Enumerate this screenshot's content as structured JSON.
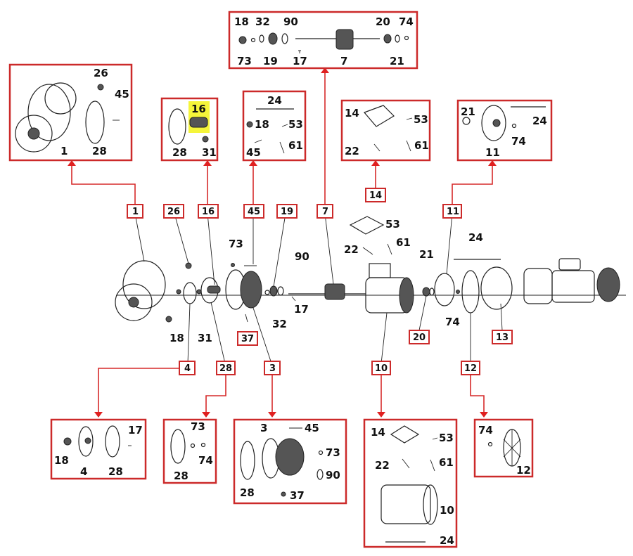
{
  "diagram": {
    "type": "exploded-parts-diagram",
    "subject": "electric pump",
    "accent_color": "#cc2a2a",
    "highlight_color": "#f5f53a",
    "highlighted_part": "16",
    "callout_tags": [
      {
        "id": "1",
        "label": "1"
      },
      {
        "id": "26",
        "label": "26"
      },
      {
        "id": "16",
        "label": "16"
      },
      {
        "id": "45",
        "label": "45"
      },
      {
        "id": "19",
        "label": "19"
      },
      {
        "id": "7",
        "label": "7"
      },
      {
        "id": "14",
        "label": "14"
      },
      {
        "id": "11",
        "label": "11"
      },
      {
        "id": "37",
        "label": "37"
      },
      {
        "id": "20",
        "label": "20"
      },
      {
        "id": "13",
        "label": "13"
      },
      {
        "id": "4",
        "label": "4"
      },
      {
        "id": "28",
        "label": "28"
      },
      {
        "id": "3",
        "label": "3"
      },
      {
        "id": "10",
        "label": "10"
      },
      {
        "id": "12",
        "label": "12"
      }
    ],
    "main_labels": [
      "73",
      "90",
      "17",
      "32",
      "18",
      "31",
      "53",
      "22",
      "61",
      "21",
      "24",
      "74"
    ],
    "kits": [
      {
        "id": "kit-1",
        "source_tag": "1",
        "parts": [
          "26",
          "45",
          "1",
          "28"
        ]
      },
      {
        "id": "kit-16",
        "source_tag": "16",
        "parts": [
          "16",
          "28",
          "31"
        ]
      },
      {
        "id": "kit-45",
        "source_tag": "45",
        "parts": [
          "24",
          "18",
          "53",
          "45",
          "61"
        ]
      },
      {
        "id": "kit-7",
        "source_tag": "7",
        "parts": [
          "18",
          "32",
          "90",
          "20",
          "74",
          "73",
          "19",
          "17",
          "7",
          "21"
        ]
      },
      {
        "id": "kit-14",
        "source_tag": "14",
        "parts": [
          "14",
          "53",
          "22",
          "61"
        ]
      },
      {
        "id": "kit-11",
        "source_tag": "11",
        "parts": [
          "21",
          "24",
          "74",
          "11"
        ]
      },
      {
        "id": "kit-4",
        "source_tag": "4",
        "parts": [
          "17",
          "18",
          "4",
          "28"
        ]
      },
      {
        "id": "kit-28",
        "source_tag": "28",
        "parts": [
          "73",
          "74",
          "28"
        ]
      },
      {
        "id": "kit-3",
        "source_tag": "3",
        "parts": [
          "3",
          "45",
          "73",
          "90",
          "28",
          "37"
        ]
      },
      {
        "id": "kit-10",
        "source_tag": "10",
        "parts": [
          "14",
          "53",
          "22",
          "61",
          "10",
          "24"
        ]
      },
      {
        "id": "kit-12",
        "source_tag": "12",
        "parts": [
          "74",
          "12"
        ]
      }
    ]
  }
}
